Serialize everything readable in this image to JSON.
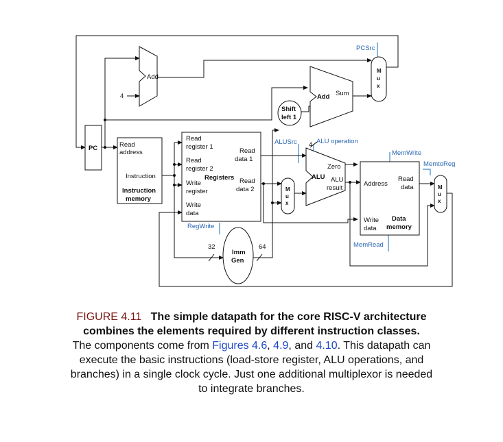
{
  "diagram": {
    "pc": "PC",
    "imem": {
      "read_address_1": "Read",
      "read_address_2": "address",
      "instruction": "Instruction",
      "title_1": "Instruction",
      "title_2": "memory"
    },
    "adder1": "Add",
    "const4": "4",
    "adder2": "Add",
    "sum": "Sum",
    "shift": {
      "line1": "Shift",
      "line2": "left 1"
    },
    "pcsrc": "PCSrc",
    "regs": {
      "rr1_1": "Read",
      "rr1_2": "register 1",
      "rr2_1": "Read",
      "rr2_2": "register 2",
      "wr_1": "Write",
      "wr_2": "register",
      "wd_1": "Write",
      "wd_2": "data",
      "title": "Registers",
      "rd1_1": "Read",
      "rd1_2": "data 1",
      "rd2_1": "Read",
      "rd2_2": "data 2"
    },
    "regwrite": "RegWrite",
    "immgen": {
      "line1": "Imm",
      "line2": "Gen"
    },
    "bits_in": "32",
    "bits_out": "64",
    "alusrc": "ALUSrc",
    "alu_op_bits": "4",
    "alu_operation": "ALU operation",
    "alu": {
      "name": "ALU",
      "zero": "Zero",
      "result_1": "ALU",
      "result_2": "result"
    },
    "dmem": {
      "address": "Address",
      "read_1": "Read",
      "read_2": "data",
      "write_1": "Write",
      "write_2": "data",
      "title_1": "Data",
      "title_2": "memory"
    },
    "memwrite": "MemWrite",
    "memread": "MemRead",
    "memtoreg": "MemtoReg",
    "mux_letters": [
      "M",
      "u",
      "x"
    ]
  },
  "caption": {
    "figure": "FIGURE 4.11",
    "title": "The simple datapath for the core RISC-V architecture combines the elements required by different instruction classes.",
    "body_1": "The components come from ",
    "link_1": "Figures 4.6",
    "body_2": ", ",
    "link_2": "4.9",
    "body_3": ", and ",
    "link_3": "4.10",
    "body_4": ". This datapath can execute the basic instructions (load-store register, ALU operations, and branches) in a single clock cycle. Just one additional multiplexor is needed to integrate branches."
  }
}
